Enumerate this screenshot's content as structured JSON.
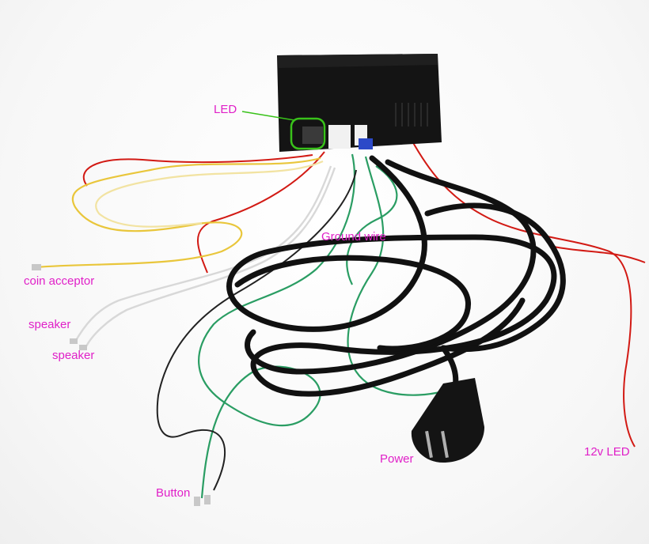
{
  "labels": {
    "led": "LED",
    "ground_wire": "Ground wire",
    "coin_acceptor": "coin acceptor",
    "speaker_1": "speaker",
    "speaker_2": "speaker",
    "power": "Power",
    "led_12v": "12v LED",
    "button": "Button"
  },
  "colors": {
    "label": "#e020c8",
    "highlight": "#39c21a",
    "box": "#141414",
    "cable": "#111111",
    "red_wire": "#d21a14",
    "yellow_wire": "#e9c63b",
    "green_wire": "#2a9d63",
    "white_wire": "#dcdcdc",
    "blue_wire": "#2c49c8"
  }
}
